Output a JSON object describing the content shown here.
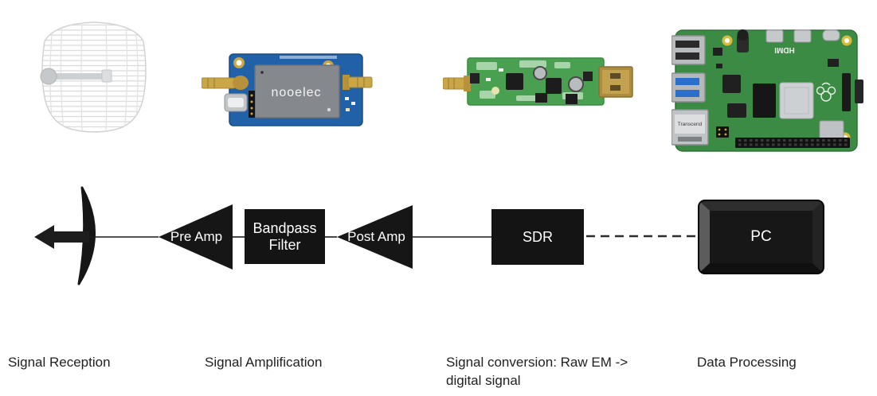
{
  "colors": {
    "background": "#ffffff",
    "diagram_shape_black": "#161616",
    "connector_line": "#1a1a1a",
    "diagram_label_text": "#ffffff",
    "caption_text": "#212121",
    "lna_pcb_blue": "#2061a8",
    "lna_shield_gray": "#85898d",
    "sdr_pcb_green": "#4aa051",
    "pi_pcb_green": "#3c8b44",
    "connector_gold": "#c9a646"
  },
  "hardware_photos": {
    "antenna": {
      "type": "grid-parabolic-antenna"
    },
    "lna": {
      "type": "nooelec-lna-board",
      "brand_text": "nooelec"
    },
    "sdr_dongle": {
      "type": "usb-sdr-dongle"
    },
    "raspberry_pi": {
      "type": "raspberry-pi-4",
      "silkscreen_text": "HDMI",
      "ethernet_sticker_text": "Transcend"
    }
  },
  "diagram": {
    "antenna_symbol": "parabolic-dish-with-left-arrow",
    "pre_amp": {
      "label": "Pre Amp"
    },
    "bandpass_filter": {
      "label": "Bandpass Filter"
    },
    "post_amp": {
      "label": "Post Amp"
    },
    "sdr": {
      "label": "SDR"
    },
    "pc": {
      "label": "PC"
    },
    "sdr_to_pc_connection": "dashed"
  },
  "captions": {
    "reception": "Signal Reception",
    "amplification": "Signal Amplification",
    "conversion": "Signal conversion: Raw EM -> digital signal",
    "processing": "Data Processing"
  }
}
